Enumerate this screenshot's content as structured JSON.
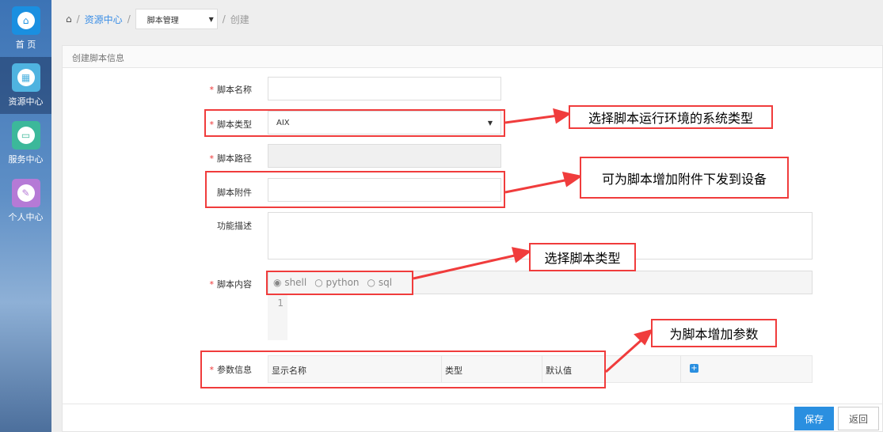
{
  "sidebar": {
    "items": [
      {
        "label": "首 页",
        "icon": "home-icon",
        "color": "#1a8fe0"
      },
      {
        "label": "资源中心",
        "icon": "calendar-icon",
        "color": "#4fb3e0"
      },
      {
        "label": "服务中心",
        "icon": "monitor-icon",
        "color": "#3cb89a"
      },
      {
        "label": "个人中心",
        "icon": "user-edit-icon",
        "color": "#b57ad6"
      }
    ]
  },
  "breadcrumb": {
    "home_sep": "/",
    "level1": "资源中心",
    "sep": "/",
    "dropdown": "脚本管理",
    "current": "创建"
  },
  "panel": {
    "title": "创建脚本信息"
  },
  "form": {
    "name_label": "脚本名称",
    "name_value": "",
    "type_label": "脚本类型",
    "type_value": "AIX",
    "path_label": "脚本路径",
    "path_value": "",
    "attach_label": "脚本附件",
    "attach_value": "",
    "desc_label": "功能描述",
    "desc_value": "",
    "content_label": "脚本内容",
    "content_options": [
      "shell",
      "python",
      "sql"
    ],
    "content_selected": "shell",
    "line_number": "1",
    "params_label": "参数信息",
    "params_columns": [
      "显示名称",
      "类型",
      "默认值"
    ]
  },
  "buttons": {
    "save": "保存",
    "back": "返回"
  },
  "annotations": [
    "选择脚本运行环境的系统类型",
    "可为脚本增加附件下发到设备",
    "选择脚本类型",
    "为脚本增加参数"
  ]
}
